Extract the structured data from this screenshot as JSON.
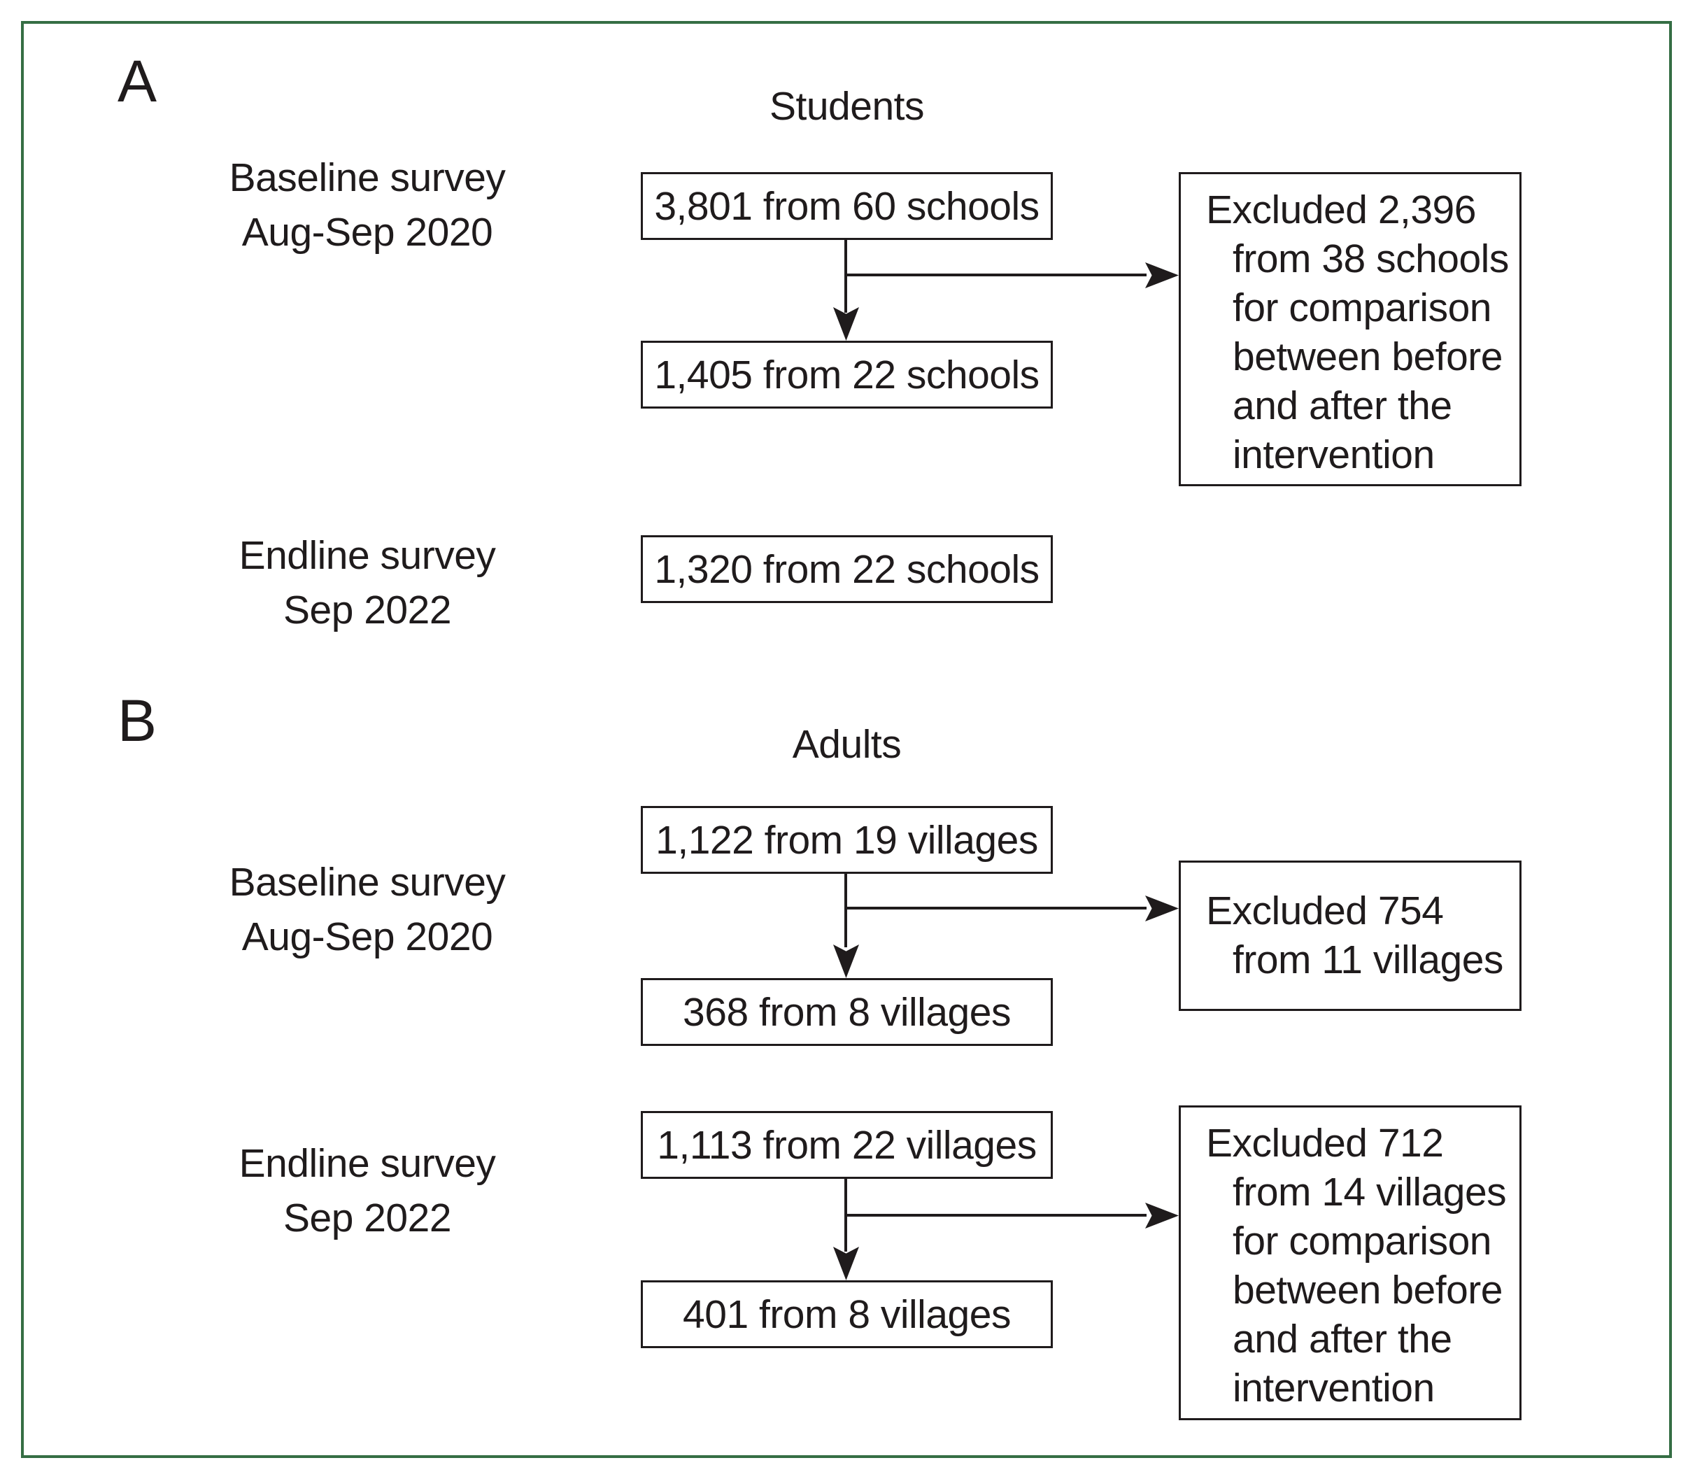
{
  "panelA": {
    "panel_label": "A",
    "title": "Students",
    "baseline_label_line1": "Baseline survey",
    "baseline_label_line2": "Aug-Sep 2020",
    "baseline_total_box": "3,801 from 60 schools",
    "baseline_included_box": "1,405 from 22 schools",
    "baseline_excluded_lines": [
      "Excluded 2,396",
      "from 38 schools",
      "for comparison",
      "between before",
      "and after the",
      "intervention"
    ],
    "endline_label_line1": "Endline survey",
    "endline_label_line2": "Sep 2022",
    "endline_box": "1,320 from 22 schools"
  },
  "panelB": {
    "panel_label": "B",
    "title": "Adults",
    "baseline_label_line1": "Baseline survey",
    "baseline_label_line2": "Aug-Sep 2020",
    "baseline_total_box": "1,122 from 19 villages",
    "baseline_included_box": "368 from 8 villages",
    "baseline_excluded_lines": [
      "Excluded 754",
      "from 11 villages"
    ],
    "endline_label_line1": "Endline survey",
    "endline_label_line2": "Sep 2022",
    "endline_total_box": "1,113 from 22 villages",
    "endline_included_box": "401 from 8 villages",
    "endline_excluded_lines": [
      "Excluded 712",
      "from 14 villages",
      "for comparison",
      "between before",
      "and after the",
      "intervention"
    ]
  },
  "colors": {
    "frame_green": "#356e44",
    "ink": "#1f1b1c"
  }
}
